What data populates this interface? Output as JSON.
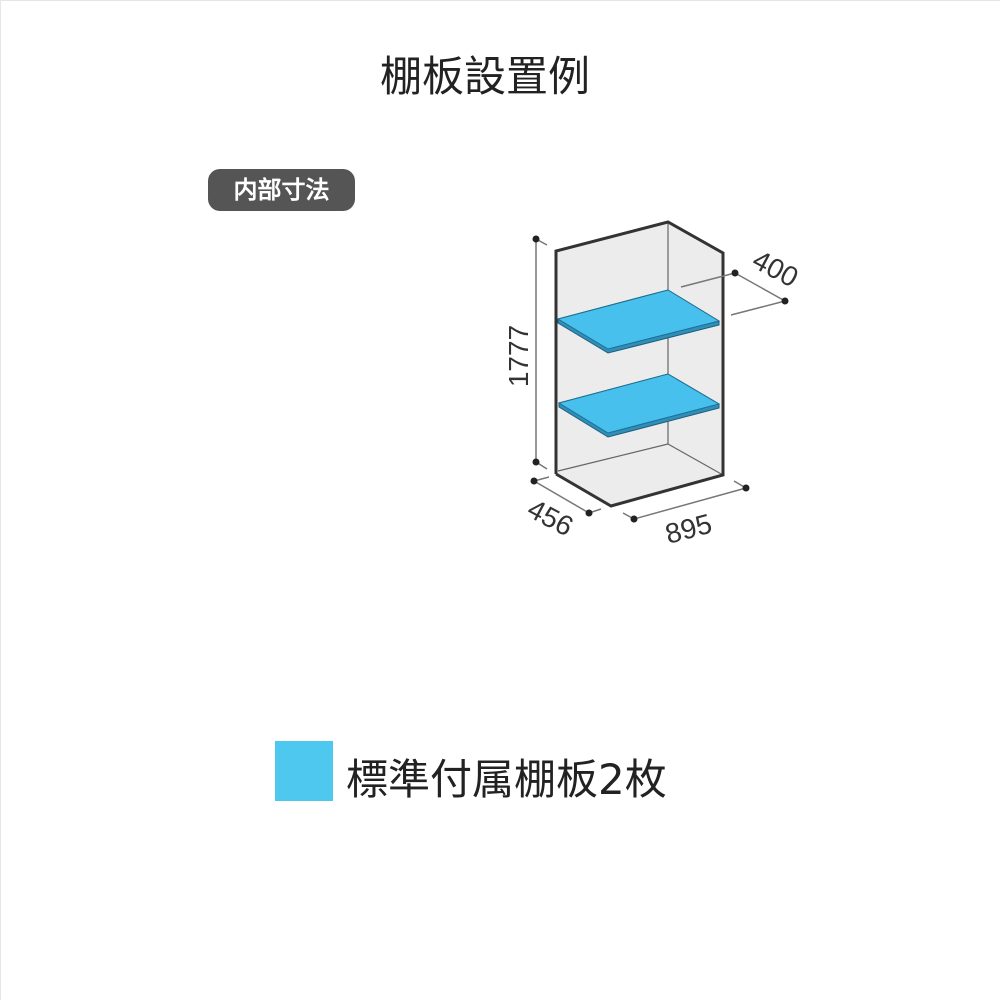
{
  "title": "棚板設置例",
  "badge": "内部寸法",
  "dimensions": {
    "height": "1777",
    "shelf_depth": "400",
    "depth": "456",
    "width": "895"
  },
  "legend": {
    "label": "標準付属棚板2枚",
    "color": "#4fc8f0"
  },
  "colors": {
    "shelf": "#3fb8e8",
    "box_fill": "#ececec",
    "outline": "#333333"
  }
}
